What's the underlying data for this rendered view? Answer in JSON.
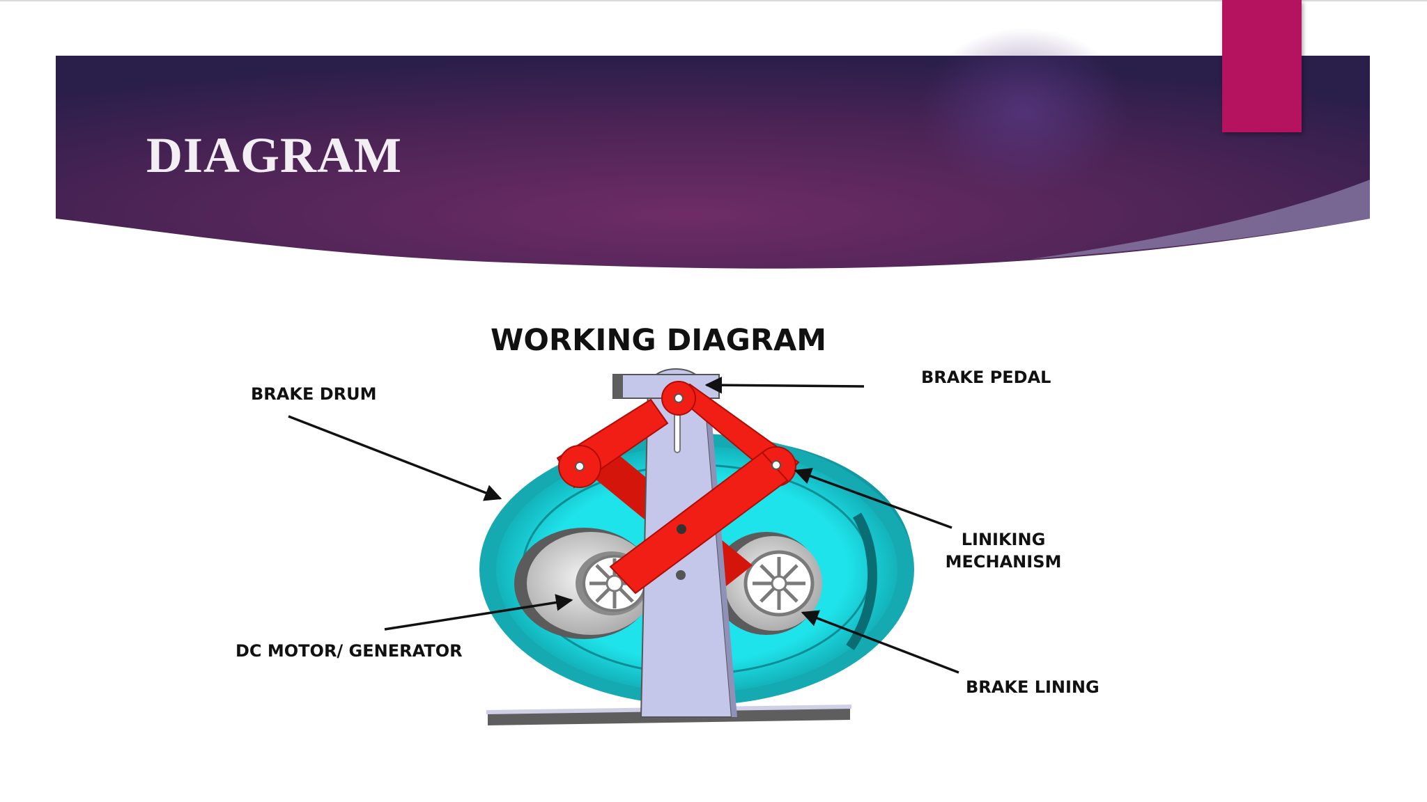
{
  "slide": {
    "title": "DIAGRAM"
  },
  "diagram": {
    "title": "WORKING DIAGRAM",
    "labels": {
      "brake_drum": "BRAKE DRUM",
      "brake_pedal": "BRAKE PEDAL",
      "linking_mechanism_line1": "LINIKING",
      "linking_mechanism_line2": "MECHANISM",
      "dc_motor_generator": "DC MOTOR/ GENERATOR",
      "brake_lining": "BRAKE LINING"
    }
  },
  "colors": {
    "header_purple_dark": "#2b1f4c",
    "header_purple_mid": "#6a2b63",
    "accent_magenta": "#b5125f",
    "drum_cyan": "#1fe3ea",
    "drum_teal_edge": "#119aa1",
    "lever_red": "#f01e14",
    "frame_lavender": "#c5c7ea"
  }
}
